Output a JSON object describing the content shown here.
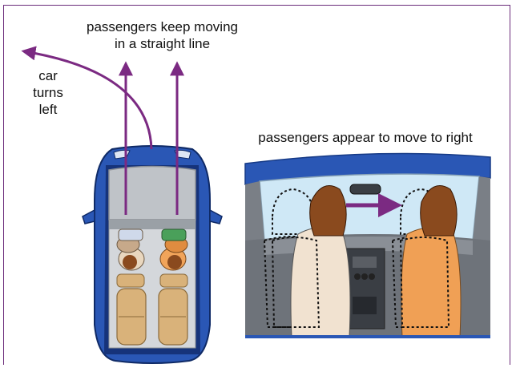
{
  "labels": {
    "keep_moving": [
      "passengers keep moving",
      "in a straight line"
    ],
    "car_turns": [
      "car",
      "turns",
      "left"
    ],
    "appear_move": "passengers appear to move to right"
  },
  "colors": {
    "frame": "#6b2c7a",
    "arrow": "#7b2a82",
    "car_body": "#2a57b5",
    "car_dark": "#163a86",
    "seat_tan": "#d9b27a",
    "passenger_left": "#f1e2d0",
    "passenger_right": "#f0a055",
    "hair": "#8a4a1e",
    "windshield": "#cfe8f6"
  }
}
